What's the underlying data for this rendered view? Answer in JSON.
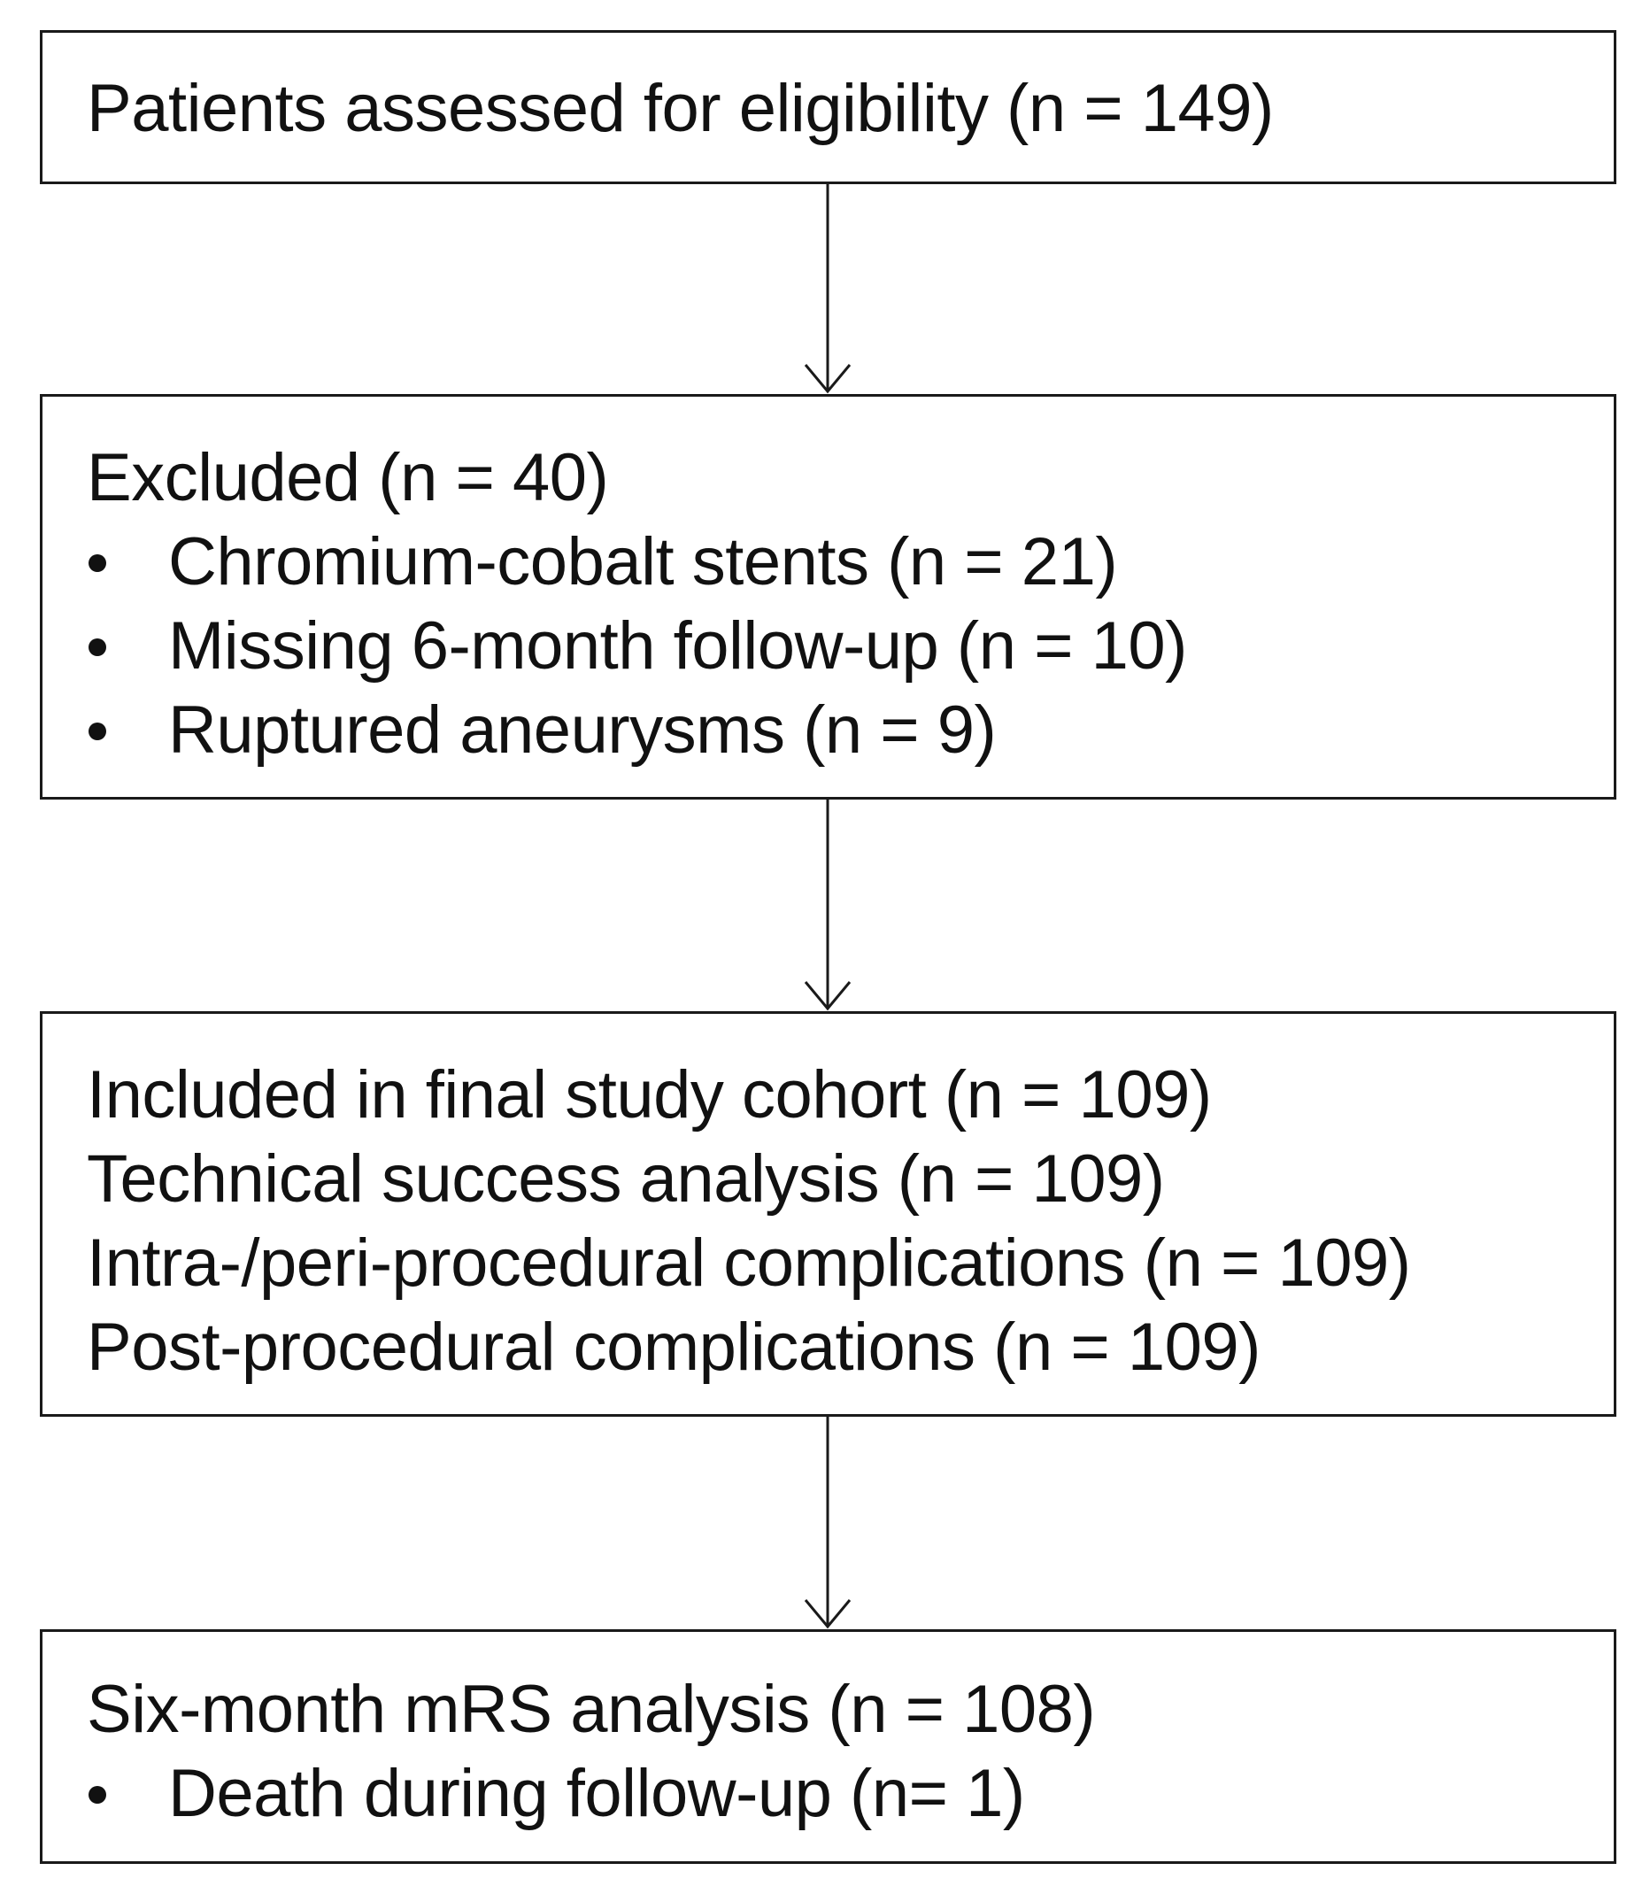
{
  "boxes": [
    {
      "lines": [
        "Patients assessed for eligibility (n = 149)"
      ],
      "bullets": []
    },
    {
      "lines": [
        "Excluded (n = 40)"
      ],
      "bullets": [
        "Chromium-cobalt stents (n = 21)",
        "Missing 6-month follow-up (n = 10)",
        "Ruptured aneurysms (n = 9)"
      ]
    },
    {
      "lines": [
        "Included in final study cohort (n = 109)",
        "Technical success analysis (n = 109)",
        "Intra-/peri-procedural complications (n = 109)",
        "Post-procedural complications (n = 109)"
      ],
      "bullets": []
    },
    {
      "lines": [
        "Six-month mRS analysis (n = 108)"
      ],
      "bullets": [
        "Death during follow-up (n= 1)"
      ]
    }
  ],
  "colors": {
    "border": "#1a1a1a",
    "text": "#111111",
    "background": "#ffffff"
  }
}
